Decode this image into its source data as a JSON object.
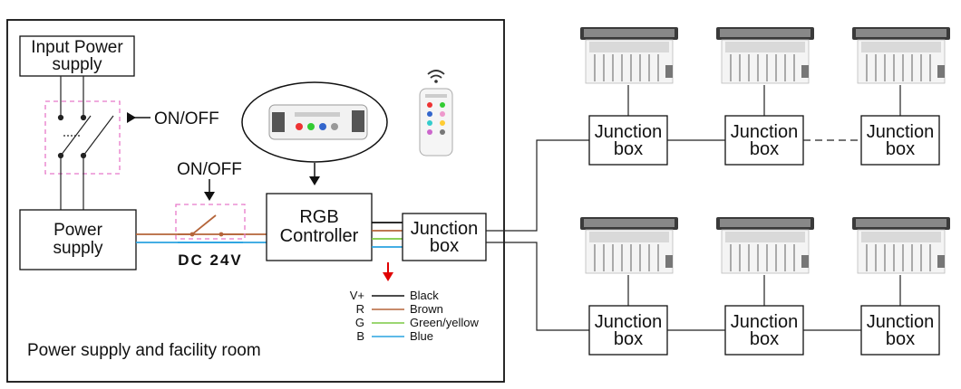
{
  "room_label": "Power supply and facility room",
  "input_power": {
    "line1": "Input Power",
    "line2": "supply"
  },
  "switch_main_label": "ON/OFF",
  "switch_dc_label": "ON/OFF",
  "power_supply": {
    "line1": "Power",
    "line2": "supply"
  },
  "dc_label": "DC 24V",
  "rgb_controller": {
    "line1": "RGB",
    "line2": "Controller"
  },
  "junction": {
    "line1": "Junction",
    "line2": "box"
  },
  "legend": [
    {
      "code": "V+",
      "color_name": "Black",
      "hex": "#111111"
    },
    {
      "code": "R",
      "color_name": "Brown",
      "hex": "#b5653a"
    },
    {
      "code": "G",
      "color_name": "Green/yellow",
      "hex": "#7ac943"
    },
    {
      "code": "B",
      "color_name": "Blue",
      "hex": "#29a3e0"
    }
  ],
  "accent_arrow_color": "#e00000",
  "switch_dash_color": "#e879c9",
  "remote_icon": "wifi-icon"
}
